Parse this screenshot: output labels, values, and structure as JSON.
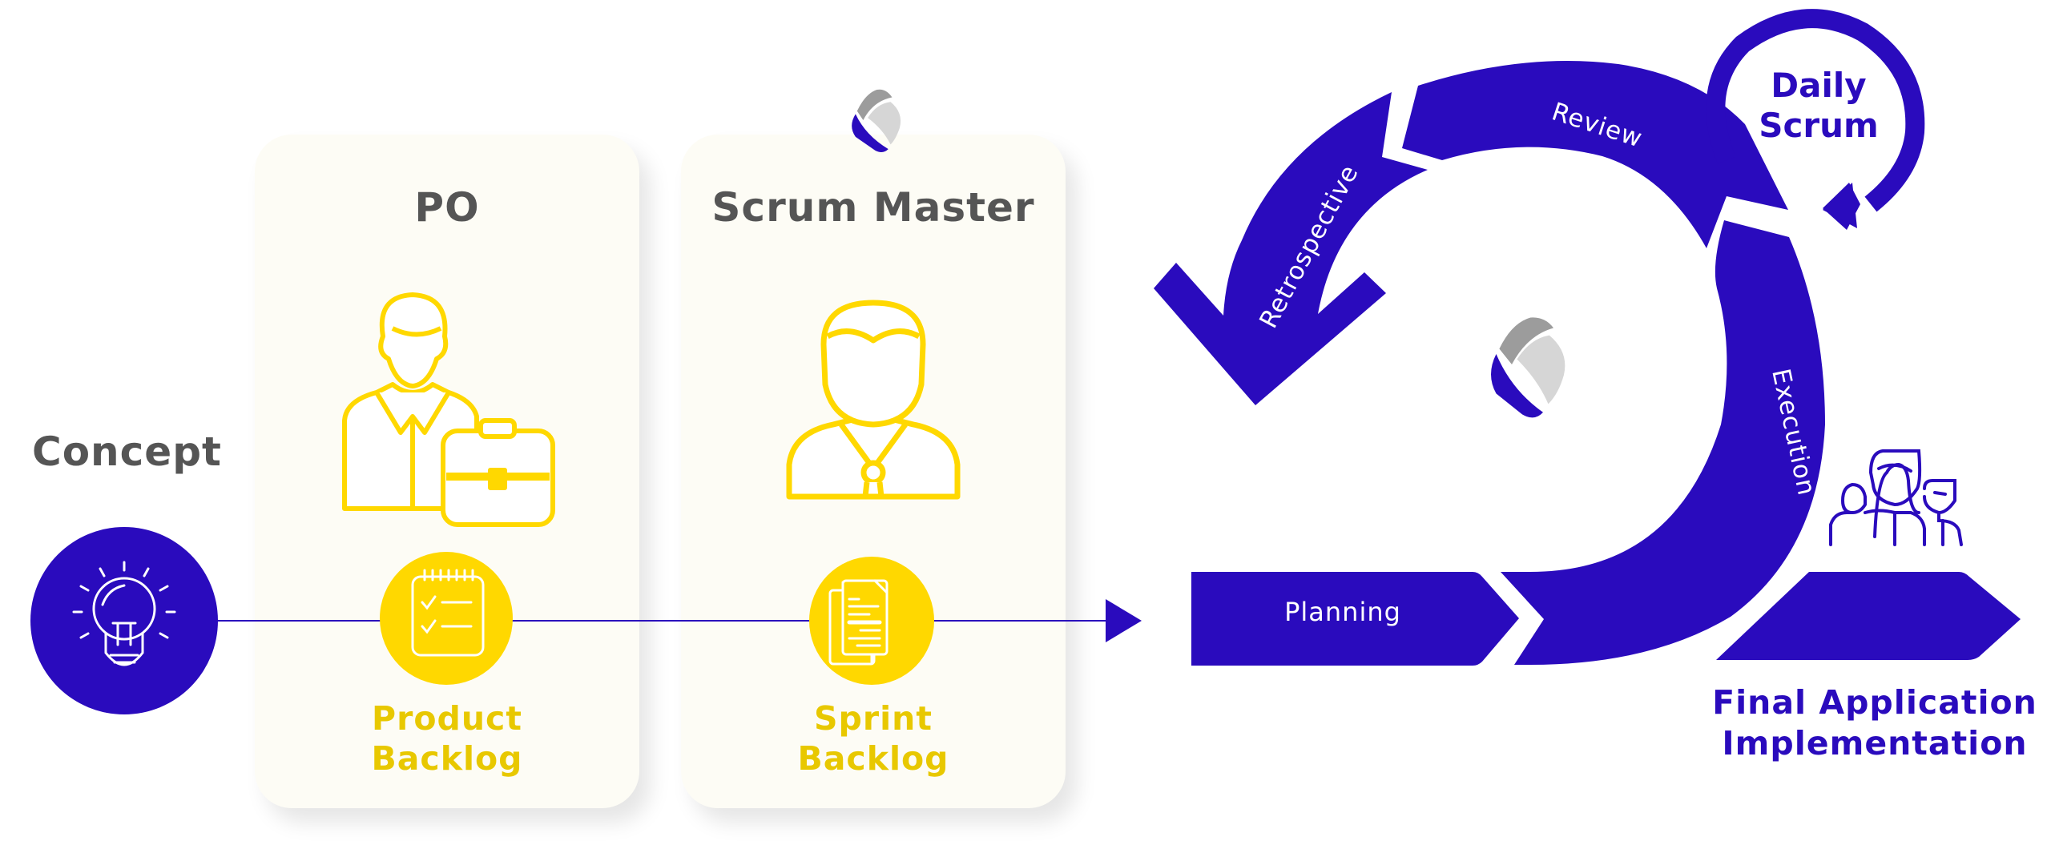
{
  "diagram": {
    "title": "Scrum Process",
    "colors": {
      "primary_blue": "#2a0bbd",
      "accent_yellow": "#ffd800",
      "label_yellow": "#e8c800",
      "heading_gray": "#555555",
      "card_bg": "#fdfcf5",
      "logo_dark_gray": "#9c9c9c",
      "logo_light_gray": "#d6d6d6"
    },
    "concept": {
      "label": "Concept",
      "icon": "lightbulb-icon"
    },
    "roles": [
      {
        "title": "PO",
        "role_icon": "product-owner-briefcase-icon",
        "artifact_icon": "checklist-notepad-icon",
        "artifact_line1": "Product",
        "artifact_line2": "Backlog"
      },
      {
        "title": "Scrum Master",
        "role_icon": "scrum-master-person-icon",
        "artifact_icon": "documents-icon",
        "artifact_line1": "Sprint",
        "artifact_line2": "Backlog"
      }
    ],
    "cycle": {
      "planning": "Planning",
      "execution": "Execution",
      "review": "Review",
      "retrospective": "Retrospective",
      "daily_line1": "Daily",
      "daily_line2": "Scrum"
    },
    "outcome": {
      "icon": "team-icon",
      "line1": "Final Application",
      "line2": "Implementation"
    },
    "logo_icon": "brand-logo-icon"
  }
}
